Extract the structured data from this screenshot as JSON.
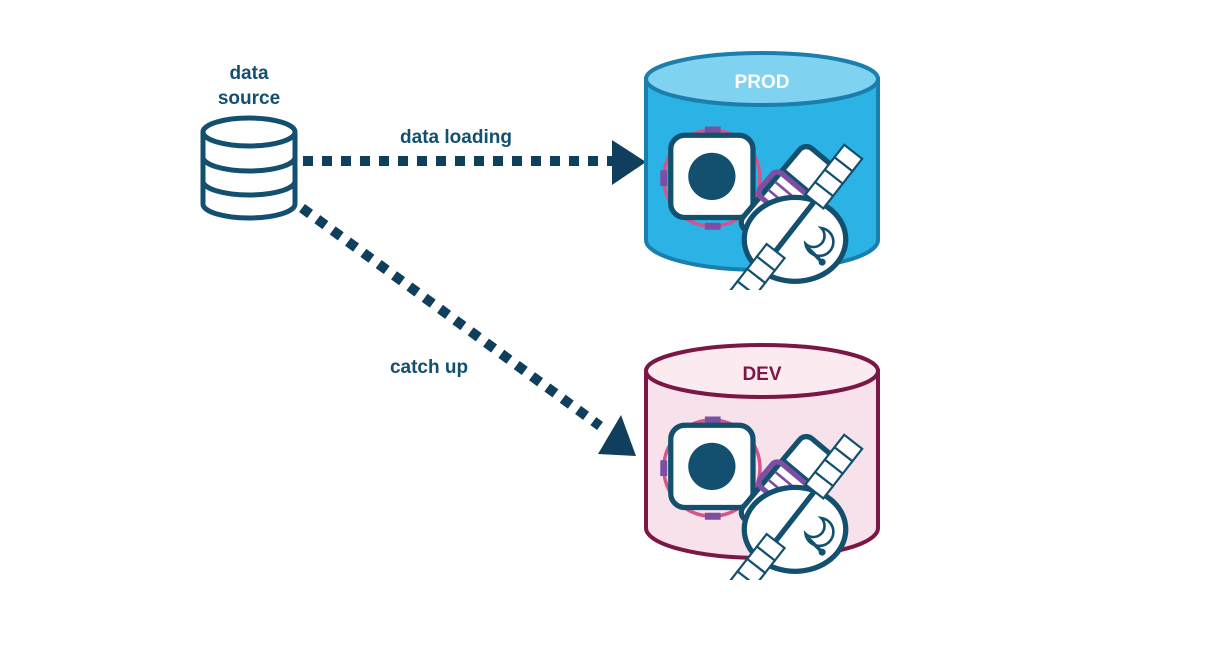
{
  "source": {
    "label_line1": "data",
    "label_line2": "source",
    "icon": "database-icon"
  },
  "edges": [
    {
      "id": "data-loading",
      "label": "data loading",
      "from": "source",
      "to": "prod"
    },
    {
      "id": "catch-up",
      "label": "catch up",
      "from": "source",
      "to": "dev"
    }
  ],
  "environments": [
    {
      "id": "prod",
      "label": "PROD",
      "icon": "satellite-icon"
    },
    {
      "id": "dev",
      "label": "DEV",
      "icon": "satellite-icon"
    }
  ],
  "colors": {
    "navy": "#13506f",
    "arrow": "#0f3f5c",
    "prod_fill": "#2bb3e6",
    "prod_top": "#7fd2f0",
    "prod_stroke": "#1a7fac",
    "dev_fill": "#f7e1ea",
    "dev_top": "#fbeaf0",
    "dev_stroke": "#7a1746",
    "purple": "#7c4fa3",
    "pink": "#d3558b"
  }
}
